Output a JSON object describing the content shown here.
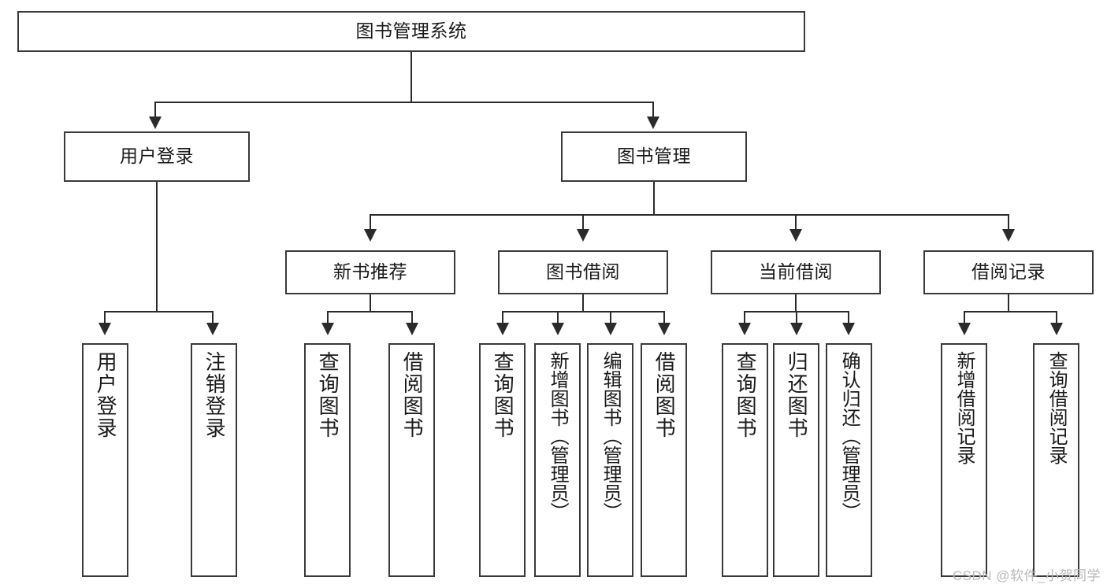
{
  "diagram": {
    "title": "图书管理系统",
    "type": "tree-hierarchy-diagram",
    "root": {
      "label": "图书管理系统"
    },
    "tier2": [
      {
        "label": "用户登录"
      },
      {
        "label": "图书管理"
      }
    ],
    "tier3": [
      {
        "label": "新书推荐"
      },
      {
        "label": "图书借阅"
      },
      {
        "label": "当前借阅"
      },
      {
        "label": "借阅记录"
      }
    ],
    "leaves": {
      "user_login": [
        {
          "label": "用户登录"
        },
        {
          "label": "注销登录"
        }
      ],
      "new_book_recommend": [
        {
          "label": "查询图书"
        },
        {
          "label": "借阅图书"
        }
      ],
      "book_borrow": [
        {
          "label": "查询图书"
        },
        {
          "label": "新增图书（管理员）"
        },
        {
          "label": "编辑图书（管理员）"
        },
        {
          "label": "借阅图书"
        }
      ],
      "current_borrow": [
        {
          "label": "查询图书"
        },
        {
          "label": "归还图书"
        },
        {
          "label": "确认归还（管理员）"
        }
      ],
      "borrow_record": [
        {
          "label": "新增借阅记录"
        },
        {
          "label": "查询借阅记录"
        }
      ]
    }
  },
  "watermark": "CSDN @软件_小贺同学",
  "colors": {
    "border": "#3a3a3a",
    "line": "#2b2b2b",
    "text": "#1a1a1a",
    "background": "#ffffff",
    "watermark": "#b9b9b9"
  }
}
